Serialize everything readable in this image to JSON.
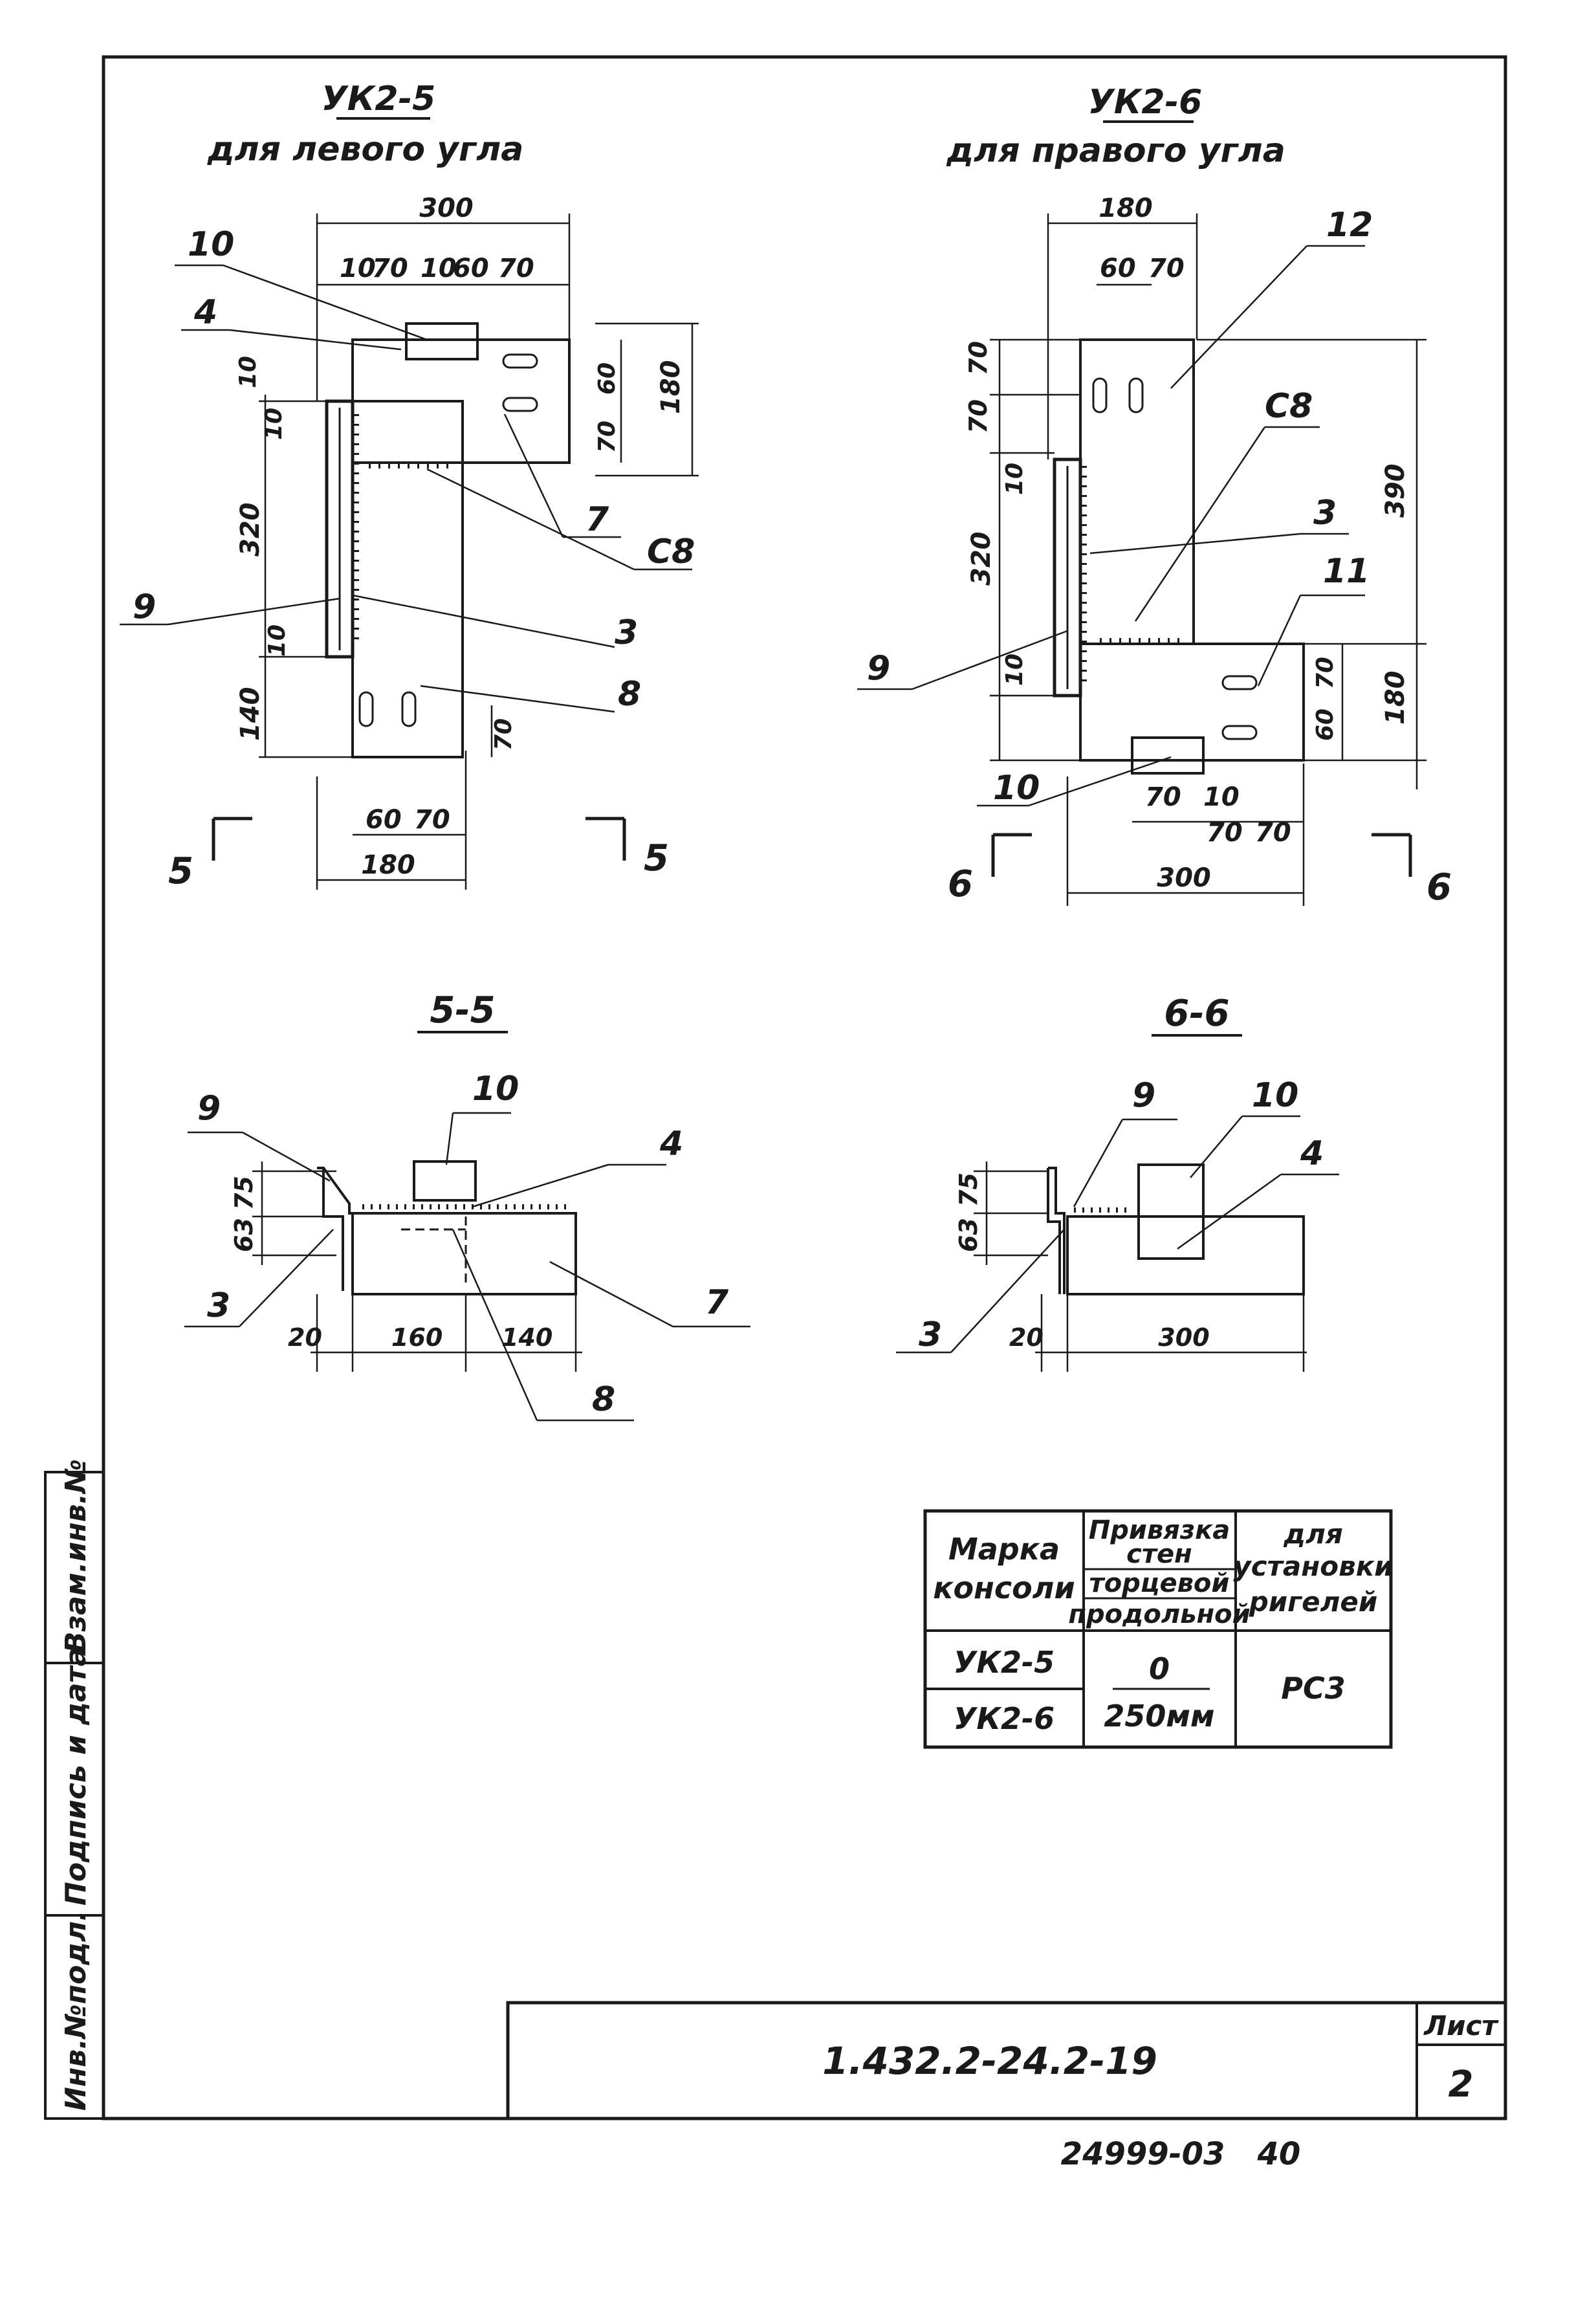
{
  "drawing": {
    "view_left": {
      "title": "УК2-5",
      "subtitle": "для левого угла",
      "dims": [
        "300",
        "10",
        "70",
        "10",
        "60",
        "70",
        "180",
        "10",
        "10",
        "70",
        "60",
        "320",
        "10",
        "140",
        "70",
        "60",
        "70",
        "180"
      ],
      "callouts": [
        "10",
        "4",
        "9",
        "3",
        "8",
        "7",
        "С8"
      ],
      "section_mark": "5"
    },
    "view_right": {
      "title": "УК2-6",
      "subtitle": "для правого угла",
      "dims": [
        "180",
        "60",
        "70",
        "70",
        "70",
        "10",
        "320",
        "10",
        "390",
        "70",
        "60",
        "180",
        "70",
        "10",
        "70",
        "70",
        "300"
      ],
      "callouts": [
        "12",
        "С8",
        "3",
        "11",
        "9",
        "10"
      ],
      "section_mark": "6"
    },
    "section_55": {
      "title": "5-5",
      "dims": [
        "75",
        "63",
        "20",
        "160",
        "140"
      ],
      "callouts": [
        "9",
        "10",
        "4",
        "3",
        "7",
        "8"
      ]
    },
    "section_66": {
      "title": "6-6",
      "dims": [
        "75",
        "63",
        "20",
        "300"
      ],
      "callouts": [
        "9",
        "10",
        "4",
        "3"
      ]
    }
  },
  "table": {
    "header": {
      "col1": [
        "Марка",
        "консоли"
      ],
      "col2_top": [
        "Привязка",
        "стен"
      ],
      "col2_a": "торцевой",
      "col2_b": "продольной",
      "col3": [
        "для",
        "установки",
        "ригелей"
      ]
    },
    "rows": [
      {
        "mark": "УК2-5"
      },
      {
        "mark": "УК2-6"
      }
    ],
    "binding_numerator": "0",
    "binding_denominator": "250мм",
    "girder": "РС3"
  },
  "side_stamp": {
    "field1": "Взам.инв.№",
    "field2": "Подпись и дата",
    "field3": "Инв.№подл."
  },
  "title_block": {
    "doc_code": "1.432.2-24.2-19",
    "sheet_label": "Лист",
    "sheet_number": "2"
  },
  "footer_code": "24999-03   40"
}
